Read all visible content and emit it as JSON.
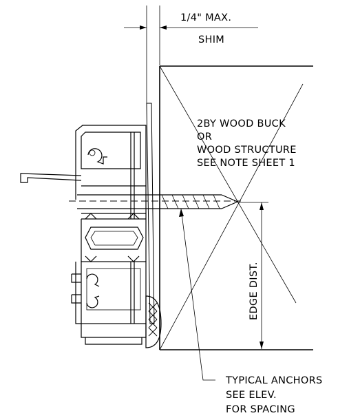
{
  "notes": {
    "shim_max": "1/4\" MAX.",
    "shim": "SHIM",
    "buck_line1": "2BY WOOD BUCK",
    "buck_line2": "OR",
    "buck_line3": "WOOD STRUCTURE",
    "buck_line4": "SEE NOTE SHEET 1",
    "edge_dist": "EDGE DIST.",
    "anchor_line1": "TYPICAL ANCHORS",
    "anchor_line2": "SEE ELEV.",
    "anchor_line3": "FOR SPACING"
  }
}
